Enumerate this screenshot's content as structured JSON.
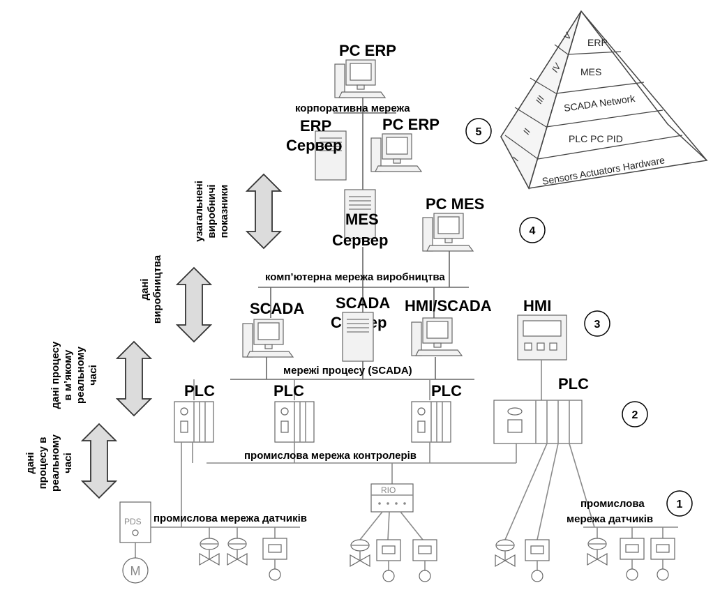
{
  "labels": {
    "pc_erp_top": "PC ERP",
    "corporate_network": "корпоративна мережа",
    "erp_server_1": "ERP",
    "erp_server_2": "Сервер",
    "pc_erp_second": "PC ERP",
    "mes_server_1": "MES",
    "mes_server_2": "Сервер",
    "pc_mes": "PC MES",
    "production_network": "комп’ютерна мережа виробництва",
    "scada": "SCADA",
    "scada_server_1": "SCADA",
    "scada_server_2": "Сервер",
    "hmi_scada": "HMI/SCADA",
    "hmi": "HMI",
    "process_network": "мережі процесу (SCADA)",
    "plc_1": "PLC",
    "plc_2": "PLC",
    "plc_3": "PLC",
    "plc_4": "PLC",
    "controller_network": "промислова мережа контролерів",
    "rio": "RIO",
    "pds": "PDS",
    "motor": "M",
    "sensor_network_left": "промислова мережа датчиків",
    "sensor_network_right_1": "промислова",
    "sensor_network_right_2": "мережа датчиків"
  },
  "side_labels": {
    "a_1": "узагальнені",
    "a_2": "виробничі",
    "a_3": "показники",
    "b_1": "дані",
    "b_2": "виробництва",
    "c_1": "дані процесу",
    "c_2": "в м’якому",
    "c_3": "реальному",
    "c_4": "часі",
    "d_1": "дані",
    "d_2": "процесу в",
    "d_3": "реальному",
    "d_4": "часі"
  },
  "level_numbers": [
    "1",
    "2",
    "3",
    "4",
    "5"
  ],
  "pyramid": {
    "layers": [
      "ERP",
      "MES",
      "SCADA Network",
      "PLC PC PID",
      "Sensors Actuators Hardware"
    ],
    "numerals": [
      "V",
      "IV",
      "III",
      "II",
      "I"
    ]
  }
}
